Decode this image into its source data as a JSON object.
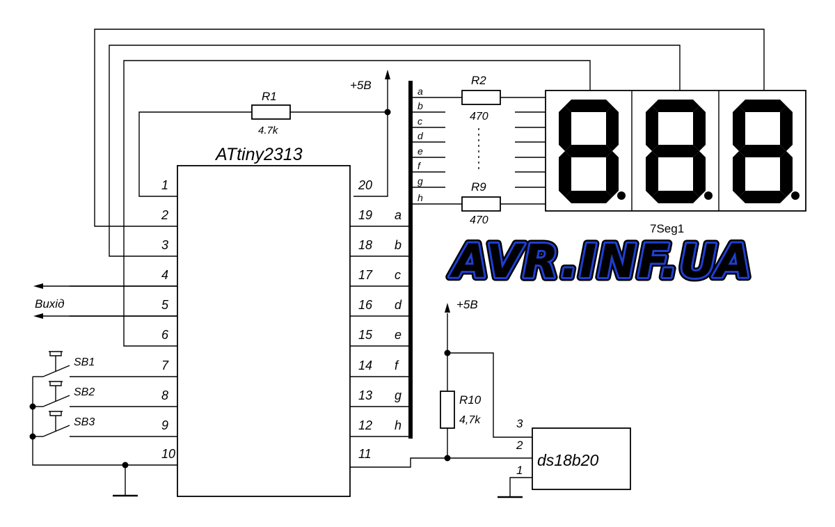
{
  "chip": {
    "name": "ATtiny2313"
  },
  "left_pins": [
    "1",
    "2",
    "3",
    "4",
    "5",
    "6",
    "7",
    "8",
    "9",
    "10"
  ],
  "right_pins": [
    "20",
    "19",
    "18",
    "17",
    "16",
    "15",
    "14",
    "13",
    "12",
    "11"
  ],
  "port_letters": [
    "a",
    "b",
    "c",
    "d",
    "e",
    "f",
    "g",
    "h"
  ],
  "bus_letters": [
    "a",
    "b",
    "c",
    "d",
    "e",
    "f",
    "g",
    "h"
  ],
  "supply_label_1": "+5B",
  "supply_label_2": "+5B",
  "resistors": {
    "r1": {
      "name": "R1",
      "value": "4.7k"
    },
    "r2": {
      "name": "R2",
      "value": "470"
    },
    "r9": {
      "name": "R9",
      "value": "470"
    },
    "r10": {
      "name": "R10",
      "value": "4,7k"
    }
  },
  "output_label": "Вихід",
  "switches": [
    "SB1",
    "SB2",
    "SB3"
  ],
  "display": {
    "label": "7Seg1"
  },
  "sensor": {
    "name": "ds18b20",
    "pins": [
      "3",
      "2",
      "1"
    ]
  },
  "watermark": "AVR.INF.UA"
}
